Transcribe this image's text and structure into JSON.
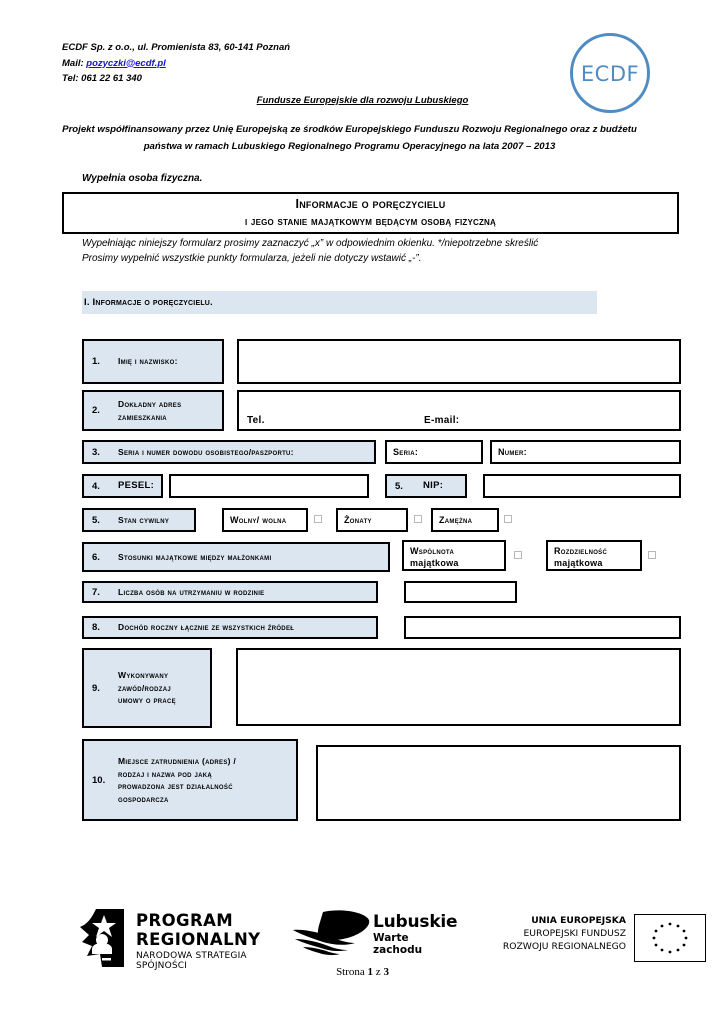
{
  "header": {
    "company_line": "ECDF Sp. z o.o., ul. Promienista 83, 60-141 Poznań",
    "mail_label": "Mail:",
    "mail_value": "pozyczki@ecdf.pl",
    "tel_line": "Tel: 061 22 61 340",
    "logo_text": "ECDF",
    "funds_line": "Fundusze Europejskie dla rozwoju Lubuskiego",
    "project_line_1": "Projekt współfinansowany przez Unię Europejską ze środków Europejskiego Funduszu Rozwoju Regionalnego oraz z",
    "project_line_2": "budżetu państwa w ramach Lubuskiego Regionalnego Programu Operacyjnego na lata 2007 – 2013"
  },
  "doc": {
    "fills_note": "Wypełnia osoba fizyczna.",
    "title_line_1": "Informacje o poręczycielu",
    "title_line_2": "i jego stanie majątkowym będącym osobą fizyczną",
    "instruction_1": "Wypełniając niniejszy formularz prosimy zaznaczyć „x” w odpowiednim okienku.  */niepotrzebne skreślić",
    "instruction_2": "Prosimy wypełnić wszystkie punkty formularza, jeżeli nie dotyczy wstawić „-”."
  },
  "section": {
    "label": "I. Informacje o poręczycielu."
  },
  "rows": {
    "r1": {
      "num": "1.",
      "label": "Imię i nazwisko:"
    },
    "r2": {
      "num": "2.",
      "label_line_1": "Dokładny adres",
      "label_line_2": "zamieszkania",
      "tel_label": "Tel.",
      "email_label": "E-mail:"
    },
    "r3": {
      "num": "3.",
      "label": "Seria i numer dowodu osobistego/paszportu:",
      "seria_label": "Seria:",
      "numer_label": "Numer:"
    },
    "r4": {
      "num": "4.",
      "label": "PESEL:"
    },
    "r5nip": {
      "num": "5.",
      "label": "NIP:"
    },
    "r5": {
      "num": "5.",
      "label": "Stan cywilny",
      "options": [
        {
          "label": "Wolny/ wolna",
          "checked": false
        },
        {
          "label": "Żonaty",
          "checked": false
        },
        {
          "label": "Zamężna",
          "checked": false
        }
      ]
    },
    "r6": {
      "num": "6.",
      "label": "Stosunki majątkowe między małżonkami",
      "options": [
        {
          "line1": "Wspólnota",
          "line2": "majątkowa",
          "checked": false
        },
        {
          "line1": "Rozdzielność",
          "line2": "majątkowa",
          "checked": false
        }
      ]
    },
    "r7": {
      "num": "7.",
      "label": "Liczba osób na utrzymaniu w rodzinie",
      "value": ""
    },
    "r8": {
      "num": "8.",
      "label": "Dochód roczny łącznie ze wszystkich źródeł",
      "value": ""
    },
    "r9": {
      "num": "9.",
      "label_line_1": "Wykonywany",
      "label_line_2": "zawód/rodzaj",
      "label_line_3": "umowy o pracę",
      "value": ""
    },
    "r10": {
      "num": "10.",
      "label_line_1": "Miejsce zatrudnienia (adres) /",
      "label_line_2": "rodzaj i nazwa pod jaką",
      "label_line_3": "prowadzona jest działalność",
      "label_line_4": "gospodarcza",
      "value": ""
    }
  },
  "footer": {
    "program_regionalny": {
      "line1": "PROGRAM",
      "line2": "REGIONALNY",
      "line3": "NARODOWA STRATEGIA SPÓJNOŚCI"
    },
    "lubuskie": {
      "line1": "Lubuskie",
      "line2": "Warte zachodu"
    },
    "ue": {
      "line1": "UNIA EUROPEJSKA",
      "line2": "EUROPEJSKI FUNDUSZ",
      "line3": "ROZWOJU REGIONALNEGO"
    },
    "page_prefix": "Strona",
    "page_current": "1",
    "page_of": "z",
    "page_total": "3"
  },
  "colors": {
    "label_fill": "#dce6f1",
    "accent_blue": "#4f8cc4",
    "link_blue": "#1414c8"
  }
}
